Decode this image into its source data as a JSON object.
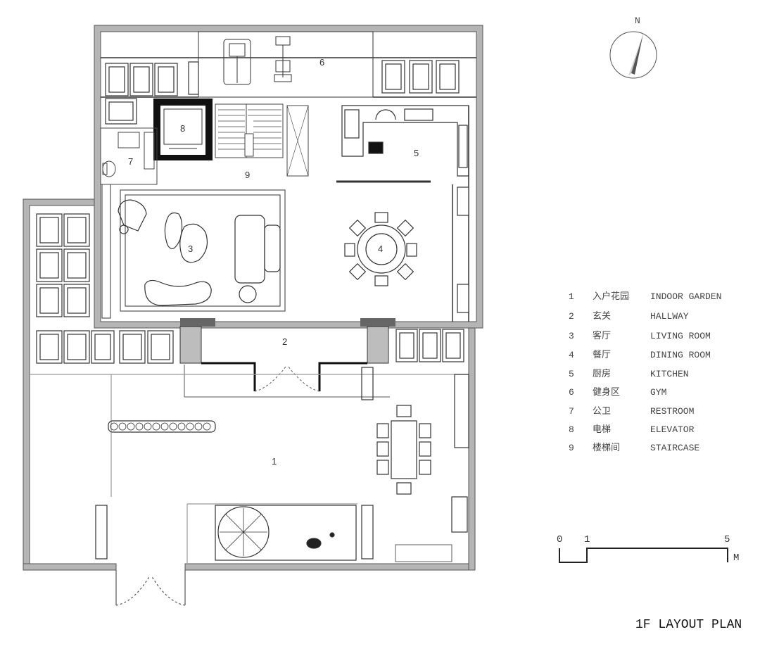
{
  "compass": {
    "label": "N"
  },
  "rooms": [
    {
      "num": "1",
      "cn": "入户花园",
      "en": "INDOOR GARDEN"
    },
    {
      "num": "2",
      "cn": "玄关",
      "en": "HALLWAY"
    },
    {
      "num": "3",
      "cn": "客厅",
      "en": "LIVING ROOM"
    },
    {
      "num": "4",
      "cn": "餐厅",
      "en": "DINING ROOM"
    },
    {
      "num": "5",
      "cn": "厨房",
      "en": "KITCHEN"
    },
    {
      "num": "6",
      "cn": "健身区",
      "en": "GYM"
    },
    {
      "num": "7",
      "cn": "公卫",
      "en": "RESTROOM"
    },
    {
      "num": "8",
      "cn": "电梯",
      "en": "ELEVATOR"
    },
    {
      "num": "9",
      "cn": "楼梯间",
      "en": "STAIRCASE"
    }
  ],
  "scale": {
    "zero": "0",
    "one": "1",
    "five": "5",
    "unit": "M"
  },
  "title": "1F LAYOUT PLAN"
}
